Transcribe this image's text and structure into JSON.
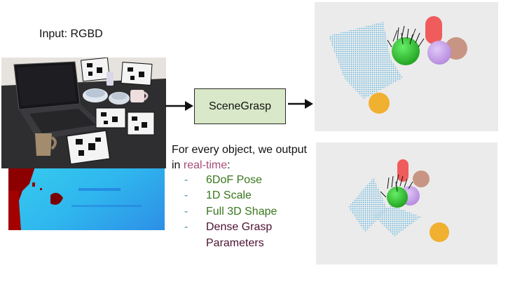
{
  "header": {
    "title": "Input: RGBD"
  },
  "pipeline": {
    "module_label": "SceneGrasp"
  },
  "output": {
    "intro_prefix": "For every object, we output in ",
    "intro_highlight": "real-time",
    "intro_suffix": ":",
    "items": [
      {
        "label": "6DoF Pose",
        "color": "#38761d"
      },
      {
        "label": "1D Scale",
        "color": "#38761d"
      },
      {
        "label": "Full 3D Shape",
        "color": "#38761d"
      },
      {
        "label": "Dense Grasp Parameters",
        "color": "#4c1130"
      }
    ],
    "highlight_color": "#a64d79",
    "bullet_char": "-"
  },
  "colors": {
    "box_fill": "#d8e8c8",
    "render_bg": "#ebebeb",
    "laptop_points": "#5ab4e0",
    "bowl_green": "#33cc33",
    "can_red": "#ee4444",
    "mug_purple": "#c8a0e8",
    "mug_brown": "#c89080",
    "mug_yellow": "#f0b030",
    "depth_cyan": "#30c8f0",
    "depth_red": "#900000"
  }
}
